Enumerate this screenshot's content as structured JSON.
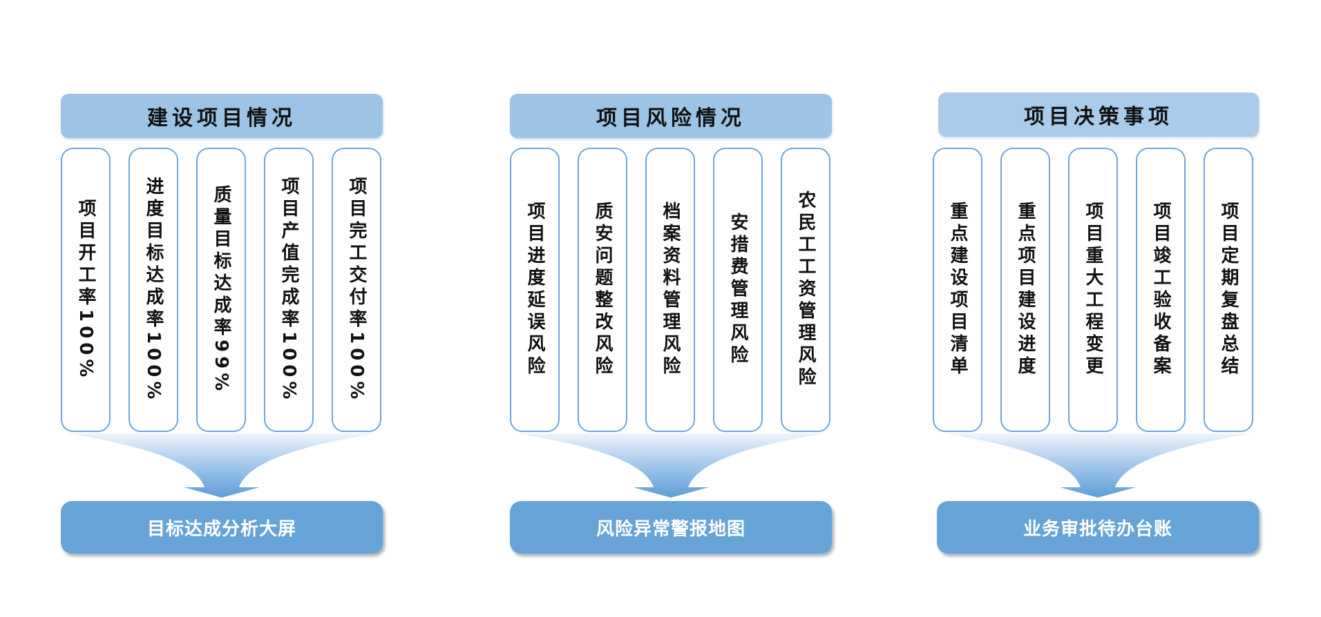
{
  "groups": [
    {
      "title": "建设项目情况",
      "items": [
        "项目开工率100%",
        "进度目标达成率100%",
        "质量目标达成率99%",
        "项目产值完成率100%",
        "项目完工交付率100%"
      ],
      "footer": "目标达成分析大屏"
    },
    {
      "title": "项目风险情况",
      "items": [
        "项目进度延误风险",
        "质安问题整改风险",
        "档案资料管理风险",
        "安措费管理风险",
        "农民工工资管理风险"
      ],
      "footer": "风险异常警报地图"
    },
    {
      "title": "项目决策事项",
      "items": [
        "重点建设项目清单",
        "重点项目建设进度",
        "项目重大工程变更",
        "项目竣工验收备案",
        "项目定期复盘总结"
      ],
      "footer": "业务审批待办台账"
    }
  ],
  "colors": {
    "header_fill": "#9dc3e7",
    "header_fill_light": "#aacbea",
    "column_border": "#6ea6d8",
    "footer_fill": "#66a4d8",
    "funnel_dark": "#5d9dd6",
    "funnel_light": "#eef5fc"
  }
}
